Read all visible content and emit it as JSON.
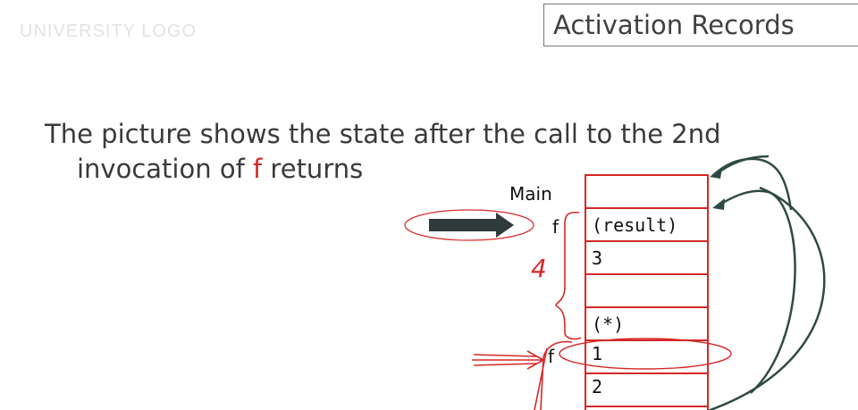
{
  "logo": {
    "text": "UNIVERSITY LOGO"
  },
  "title": "Activation Records",
  "body": {
    "line1": "The picture shows the state after the call to the 2nd",
    "line2_pre": "invocation of ",
    "line2_highlight": "f",
    "line2_post": " returns"
  },
  "stack": {
    "label_main": "Main",
    "label_f1": "f",
    "label_f2": "f",
    "annotation_4": "4",
    "cells": [
      "",
      "(result)",
      "3",
      "",
      "(*)",
      "1",
      "2"
    ]
  },
  "colors": {
    "accent_red": "#d62828",
    "arrow_dark": "#2f4a45",
    "text": "#3a3a3a"
  }
}
